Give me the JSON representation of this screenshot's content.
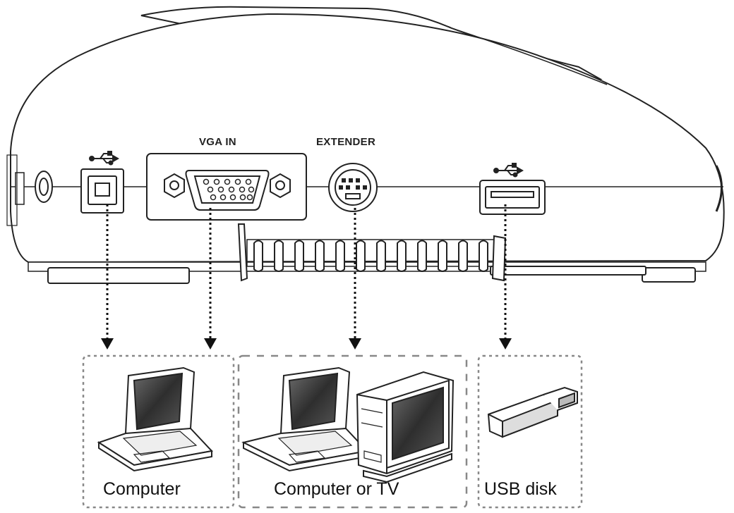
{
  "ports": {
    "vga_label": "VGA IN",
    "extender_label": "EXTENDER"
  },
  "devices": {
    "computer": "Computer",
    "computer_or_tv": "Computer or TV",
    "usb_disk": "USB disk"
  },
  "colors": {
    "line": "#222222",
    "arrow": "#111111",
    "dashed_box": "#888888",
    "screen_dark": "#3a3a3a",
    "body_fill": "#ffffff"
  }
}
